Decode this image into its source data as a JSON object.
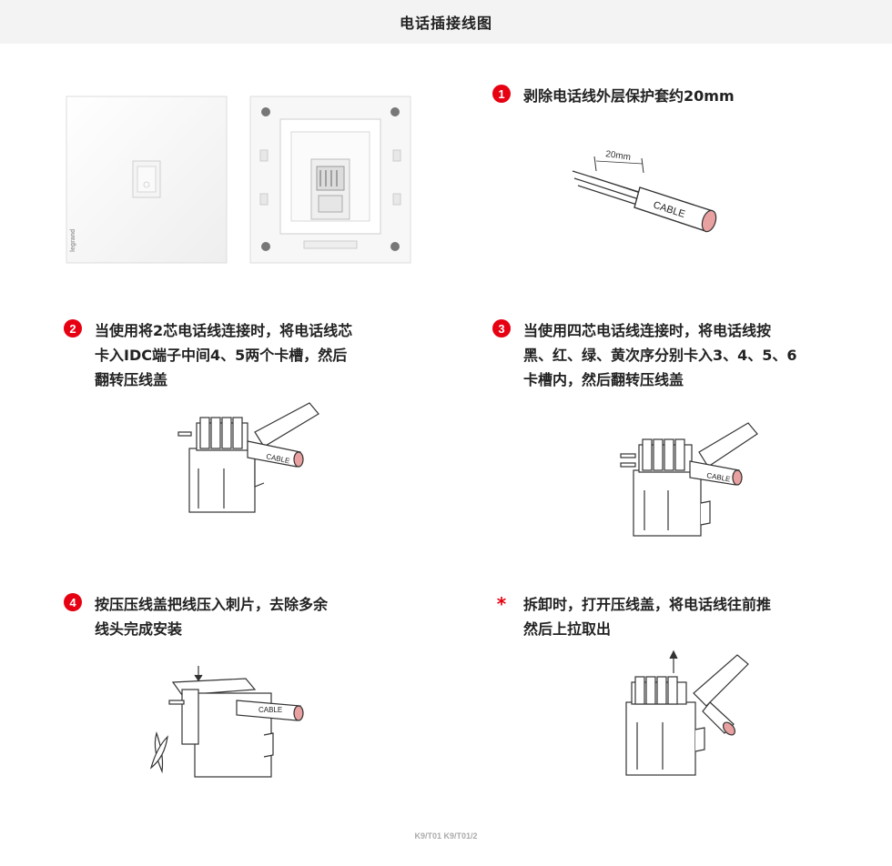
{
  "header": {
    "title": "电话插接线图"
  },
  "product": {
    "brand": "legrand"
  },
  "steps": [
    {
      "badge": "1",
      "lines": [
        "剥除电话线外层保护套约20mm"
      ]
    },
    {
      "badge": "2",
      "lines": [
        "当使用将2芯电话线连接时，将电话线芯",
        "卡入IDC端子中间4、5两个卡槽，然后",
        "翻转压线盖"
      ]
    },
    {
      "badge": "3",
      "lines": [
        "当使用四芯电话线连接时，将电话线按",
        "黑、红、绿、黄次序分别卡入3、4、5、6",
        "卡槽内，然后翻转压线盖"
      ]
    },
    {
      "badge": "4",
      "lines": [
        "按压压线盖把线压入刺片，去除多余",
        "线头完成安装"
      ]
    },
    {
      "badge": "*",
      "lines": [
        "拆卸时，打开压线盖，将电话线往前推",
        "然后上拉取出"
      ]
    }
  ],
  "diagram_labels": {
    "cable": "CABLE",
    "length": "20mm"
  },
  "footer": {
    "model": "K9/T01  K9/T01/2"
  },
  "colors": {
    "accent": "#e60012",
    "header_bg": "#f3f3f3",
    "cable_end": "#e8a0a0"
  }
}
